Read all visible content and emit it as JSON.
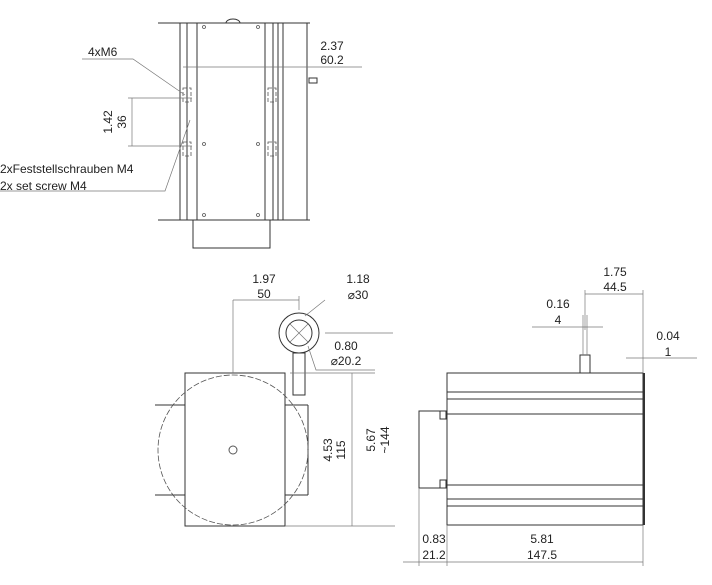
{
  "top_view": {
    "label_m6": "4xM6",
    "label_screw_de": "2xFeststellschrauben M4",
    "label_screw_en": "2x set screw M4",
    "dim_height_in": "2.37",
    "dim_height_mm": "60.2",
    "dim_spacing_in": "1.42",
    "dim_spacing_mm": "36"
  },
  "front_view": {
    "dim_offset_in": "1.97",
    "dim_offset_mm": "50",
    "dim_ring_outer_in": "1.18",
    "dim_ring_outer_mm": "⌀30",
    "dim_ring_inner_in": "0.80",
    "dim_ring_inner_mm": "⌀20.2",
    "dim_body_in": "4.53",
    "dim_body_mm": "115",
    "dim_total_in": "5.67",
    "dim_total_mm": "~144"
  },
  "side_view": {
    "dim_shaft_pos_in": "1.75",
    "dim_shaft_pos_mm": "44.5",
    "dim_shaft_w_in": "0.16",
    "dim_shaft_w_mm": "4",
    "dim_cap_in": "0.04",
    "dim_cap_mm": "1",
    "dim_flange_in": "0.83",
    "dim_flange_mm": "21.2",
    "dim_length_in": "5.81",
    "dim_length_mm": "147.5"
  }
}
